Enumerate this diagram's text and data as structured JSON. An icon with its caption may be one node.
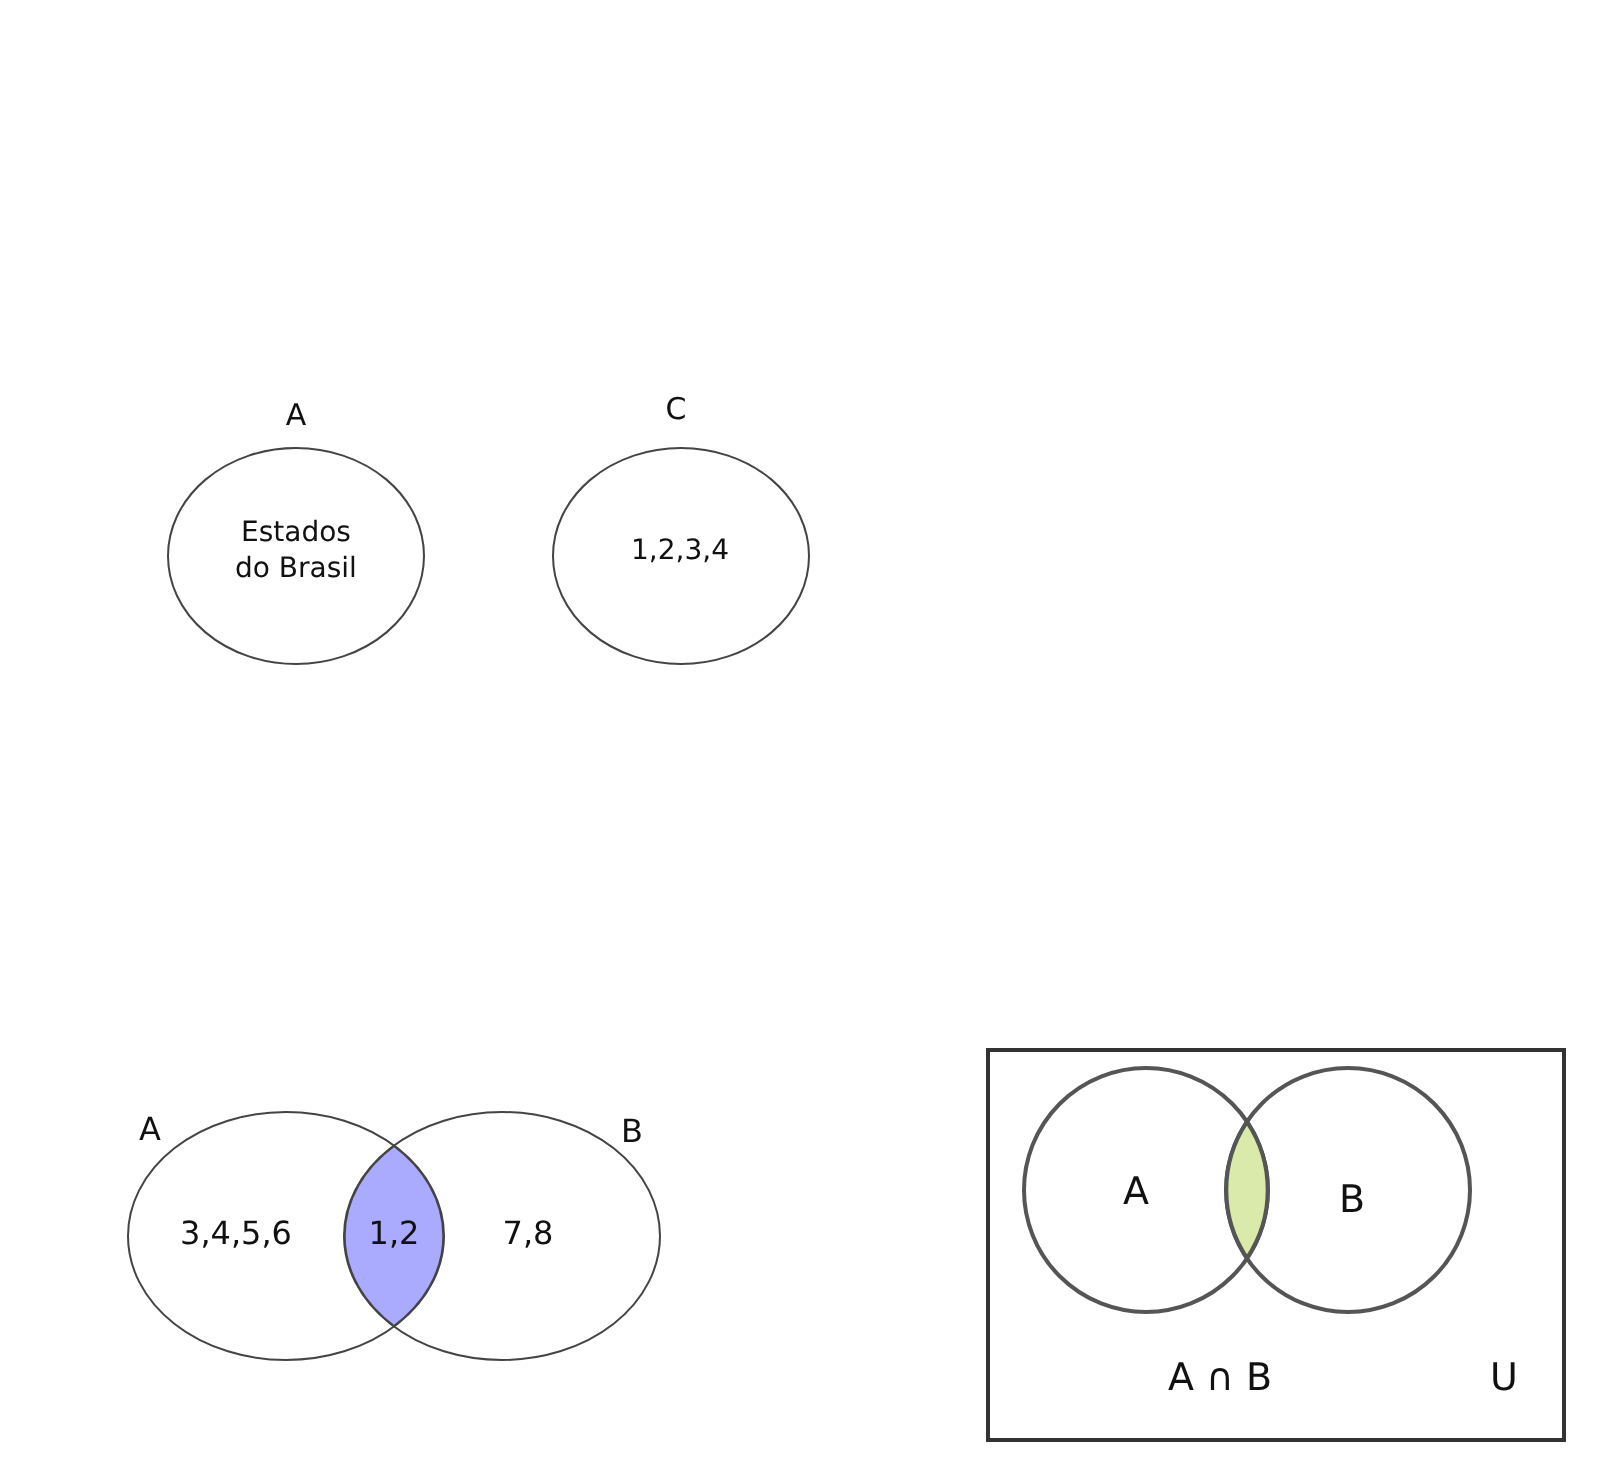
{
  "diagram": {
    "nodes": [
      {
        "text": [
          "A",
          "Estados do Brasil"
        ]
      },
      {
        "text": [
          "C",
          "1,2,3,4"
        ]
      },
      {
        "text": [
          "A",
          "3,4,5,6"
        ]
      },
      {
        "text": [
          "B",
          "7,8"
        ]
      },
      {
        "text": [
          "1,2"
        ]
      },
      {
        "text": [
          "A ∩ B",
          "U"
        ]
      },
      {
        "text": [
          "A"
        ],
        "in": 5
      },
      {
        "text": [
          "B"
        ],
        "in": 5
      },
      {
        "text": [],
        "shape": "lens"
      }
    ],
    "edges": []
  }
}
